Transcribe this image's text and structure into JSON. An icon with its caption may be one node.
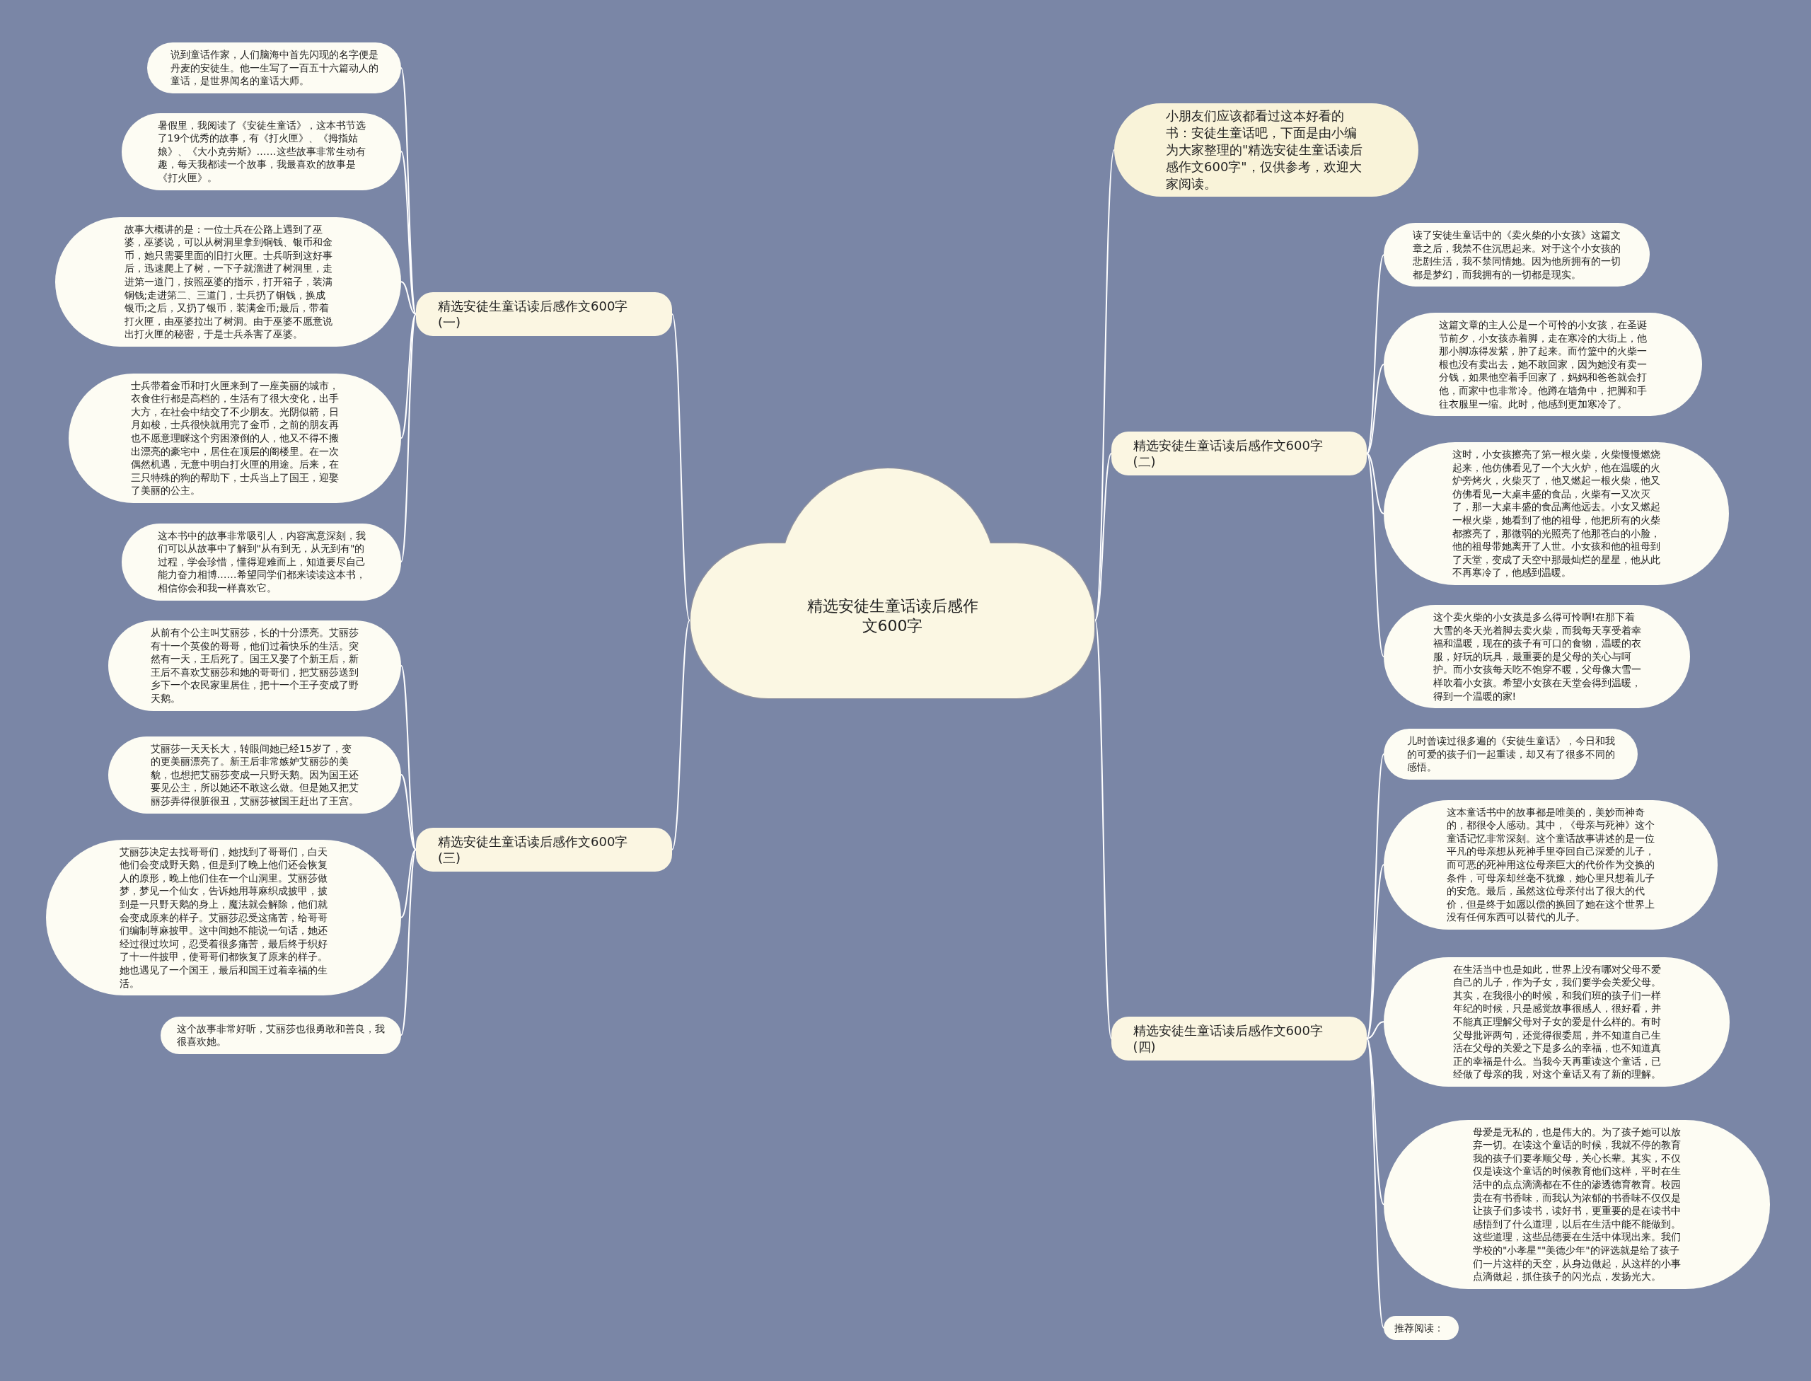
{
  "diagram": {
    "nodes": [
      {
        "text": [
          "精选安徒生童话读后感作文600字"
        ]
      },
      {
        "text": [
          "精选安徒生童话读后感作文600字(一)"
        ]
      },
      {
        "text": [
          "说到童话作家，人们脑海中首先闪现的名字便是丹麦的安徒生。他一生写了一百五十六篇动人的童话，是世界闻名的童话大师。"
        ]
      },
      {
        "text": [
          "暑假里，我阅读了《安徒生童话》，这本书节选了19个优秀的故事，有《打火匣》、《拇指姑娘》、《大小克劳斯》……这些故事非常生动有趣，每天我都读一个故事，我最喜欢的故事是《打火匣》。"
        ]
      },
      {
        "text": [
          "故事大概讲的是：一位士兵在公路上遇到了巫婆，巫婆说，可以从树洞里拿到铜钱、银币和金币，她只需要里面的旧打火匣。士兵听到这好事后，迅速爬上了树，一下子就溜进了树洞里，走进第一道门，按照巫婆的指示，打开箱子，装满铜钱;走进第二、三道门，士兵扔了铜钱，换成银币;之后，又扔了银币，装满金币;最后，带着打火匣，由巫婆拉出了树洞。由于巫婆不愿意说出打火匣的秘密，于是士兵杀害了巫婆。"
        ]
      },
      {
        "text": [
          "士兵带着金币和打火匣来到了一座美丽的城市，衣食住行都是高档的，生活有了很大变化，出手大方，在社会中结交了不少朋友。光阴似箭，日月如梭，士兵很快就用完了金币，之前的朋友再也不愿意理睬这个穷困潦倒的人，他又不得不搬出漂亮的豪宅中，居住在顶层的阁楼里。在一次偶然机遇，无意中明白打火匣的用途。后来，在三只特殊的狗的帮助下，士兵当上了国王，迎娶了美丽的公主。"
        ]
      },
      {
        "text": [
          "这本书中的故事非常吸引人，内容寓意深刻，我们可以从故事中了解到\"从有到无，从无到有\"的过程，学会珍惜，懂得迎难而上，知道要尽自己能力奋力相博……希望同学们都来读读这本书，相信你会和我一样喜欢它。"
        ]
      },
      {
        "text": [
          "精选安徒生童话读后感作文600字(三)"
        ]
      },
      {
        "text": [
          "从前有个公主叫艾丽莎，长的十分漂亮。艾丽莎有十一个英俊的哥哥，他们过着快乐的生活。突然有一天，王后死了。国王又娶了个新王后，新王后不喜欢艾丽莎和她的哥哥们，把艾丽莎送到乡下一个农民家里居住，把十一个王子变成了野天鹅。"
        ]
      },
      {
        "text": [
          "艾丽莎一天天长大，转眼间她已经15岁了，变的更美丽漂亮了。新王后非常嫉妒艾丽莎的美貌，也想把艾丽莎变成一只野天鹅。因为国王还要见公主，所以她还不敢这么做。但是她又把艾丽莎弄得很脏很丑，艾丽莎被国王赶出了王宫。"
        ]
      },
      {
        "text": [
          "艾丽莎决定去找哥哥们，她找到了哥哥们，白天他们会变成野天鹅，但是到了晚上他们还会恢复人的原形，晚上他们住在一个山洞里。艾丽莎做梦，梦见一个仙女，告诉她用荨麻织成披甲，披到是一只野天鹅的身上，魔法就会解除，他们就会变成原来的样子。艾丽莎忍受这痛苦，给哥哥们编制荨麻披甲。这中间她不能说一句话，她还经过很过坎坷，忍受着很多痛苦，最后终于织好了十一件披甲，使哥哥们都恢复了原来的样子。她也遇见了一个国王，最后和国王过着幸福的生活。"
        ]
      },
      {
        "text": [
          "这个故事非常好听，艾丽莎也很勇敢和善良，我很喜欢她。"
        ]
      },
      {
        "text": [
          "小朋友们应该都看过这本好看的书：安徒生童话吧，下面是由小编为大家整理的\"精选安徒生童话读后感作文600字\"，仅供参考，欢迎大家阅读。"
        ]
      },
      {
        "text": [
          "精选安徒生童话读后感作文600字(二)"
        ]
      },
      {
        "text": [
          "读了安徒生童话中的《卖火柴的小女孩》这篇文章之后，我禁不住沉思起来。对于这个小女孩的悲剧生活，我不禁同情她。因为他所拥有的一切都是梦幻，而我拥有的一切都是现实。"
        ]
      },
      {
        "text": [
          "这篇文章的主人公是一个可怜的小女孩，在圣诞节前夕，小女孩赤着脚，走在寒冷的大街上，他那小脚冻得发紫，肿了起来。而竹篮中的火柴一根也没有卖出去，她不敢回家，因为她没有卖一分钱，如果他空着手回家了，妈妈和爸爸就会打他，而家中也非常冷。他蹲在墙角中，把脚和手往衣服里一缩。此时，他感到更加寒冷了。"
        ]
      },
      {
        "text": [
          "这时，小女孩擦亮了第一根火柴，火柴慢慢燃烧起来，他仿佛看见了一个大火炉，他在温暖的火炉旁烤火，火柴灭了，他又燃起一根火柴，他又仿佛看见一大桌丰盛的食品，火柴有一又次灭了，那一大桌丰盛的食品离他远去。小女又燃起一根火柴，她看到了他的祖母，他把所有的火柴都擦亮了，那微弱的光照亮了他那苍白的小脸，他的祖母带她离开了人世。小女孩和他的祖母到了天堂，变成了天空中那最灿烂的星星，他从此不再寒冷了，他感到温暖。"
        ]
      },
      {
        "text": [
          "这个卖火柴的小女孩是多么得可怜啊!在那下着大雪的冬天光着脚去卖火柴，而我每天享受着幸福和温暖，现在的孩子有可口的食物，温暖的衣服，好玩的玩具，最重要的是父母的关心与呵护。而小女孩每天吃不饱穿不暖，父母像大雪一样吹着小女孩。希望小女孩在天堂会得到温暖，得到一个温暖的家!"
        ]
      },
      {
        "text": [
          "精选安徒生童话读后感作文600字(四)"
        ]
      },
      {
        "text": [
          "儿时曾读过很多遍的《安徒生童话》，今日和我的可爱的孩子们一起重读，却又有了很多不同的感悟。"
        ]
      },
      {
        "text": [
          "这本童话书中的故事都是唯美的，美妙而神奇的，都很令人感动。其中，《母亲与死神》这个童话记忆非常深刻。这个童话故事讲述的是一位平凡的母亲想从死神手里夺回自己深爱的儿子，而可恶的死神用这位母亲巨大的代价作为交换的条件，可母亲却丝毫不犹豫，她心里只想着儿子的安危。最后，虽然这位母亲付出了很大的代价，但是终于如愿以偿的换回了她在这个世界上没有任何东西可以替代的儿子。"
        ]
      },
      {
        "text": [
          "在生活当中也是如此，世界上没有哪对父母不爱自己的儿子，作为子女，我们要学会关爱父母。其实，在我很小的时候，和我们班的孩子们一样年纪的时候，只是感觉故事很感人，很好看，并不能真正理解父母对子女的爱是什么样的。有时父母批评两句，还觉得很委屈，并不知道自己生活在父母的关爱之下是多么的幸福，也不知道真正的幸福是什么。当我今天再重读这个童话，已经做了母亲的我，对这个童话又有了新的理解。"
        ]
      },
      {
        "text": [
          "母爱是无私的，也是伟大的。为了孩子她可以放弃一切。在读这个童话的时候，我就不停的教育我的孩子们要孝顺父母，关心长辈。其实，不仅仅是读这个童话的时候教育他们这样，平时在生活中的点点滴滴都在不住的渗透德育教育。校园贵在有书香味，而我认为浓郁的书香味不仅仅是让孩子们多读书，读好书，更重要的是在读书中感悟到了什么道理，以后在生活中能不能做到。这些道理，这些品德要在生活中体现出来。我们学校的\"小孝星\"\"美德少年\"的评选就是给了孩子们一片这样的天空，从身边做起，从这样的小事点滴做起，抓住孩子的闪光点，发扬光大。"
        ]
      },
      {
        "text": [
          "推荐阅读："
        ]
      }
    ],
    "edges": [
      {
        "from": 0,
        "to": 1,
        "arrow": "none"
      },
      {
        "from": 1,
        "to": 2,
        "arrow": "none"
      },
      {
        "from": 1,
        "to": 3,
        "arrow": "none"
      },
      {
        "from": 1,
        "to": 4,
        "arrow": "none"
      },
      {
        "from": 1,
        "to": 5,
        "arrow": "none"
      },
      {
        "from": 1,
        "to": 6,
        "arrow": "none"
      },
      {
        "from": 0,
        "to": 7,
        "arrow": "none"
      },
      {
        "from": 7,
        "to": 8,
        "arrow": "none"
      },
      {
        "from": 7,
        "to": 9,
        "arrow": "none"
      },
      {
        "from": 7,
        "to": 10,
        "arrow": "none"
      },
      {
        "from": 7,
        "to": 11,
        "arrow": "none"
      },
      {
        "from": 0,
        "to": 12,
        "arrow": "none"
      },
      {
        "from": 0,
        "to": 13,
        "arrow": "none"
      },
      {
        "from": 13,
        "to": 14,
        "arrow": "none"
      },
      {
        "from": 13,
        "to": 15,
        "arrow": "none"
      },
      {
        "from": 13,
        "to": 16,
        "arrow": "none"
      },
      {
        "from": 13,
        "to": 17,
        "arrow": "none"
      },
      {
        "from": 0,
        "to": 18,
        "arrow": "none"
      },
      {
        "from": 18,
        "to": 19,
        "arrow": "none"
      },
      {
        "from": 18,
        "to": 20,
        "arrow": "none"
      },
      {
        "from": 18,
        "to": 21,
        "arrow": "none"
      },
      {
        "from": 18,
        "to": 22,
        "arrow": "none"
      },
      {
        "from": 18,
        "to": 23,
        "arrow": "none"
      }
    ]
  }
}
